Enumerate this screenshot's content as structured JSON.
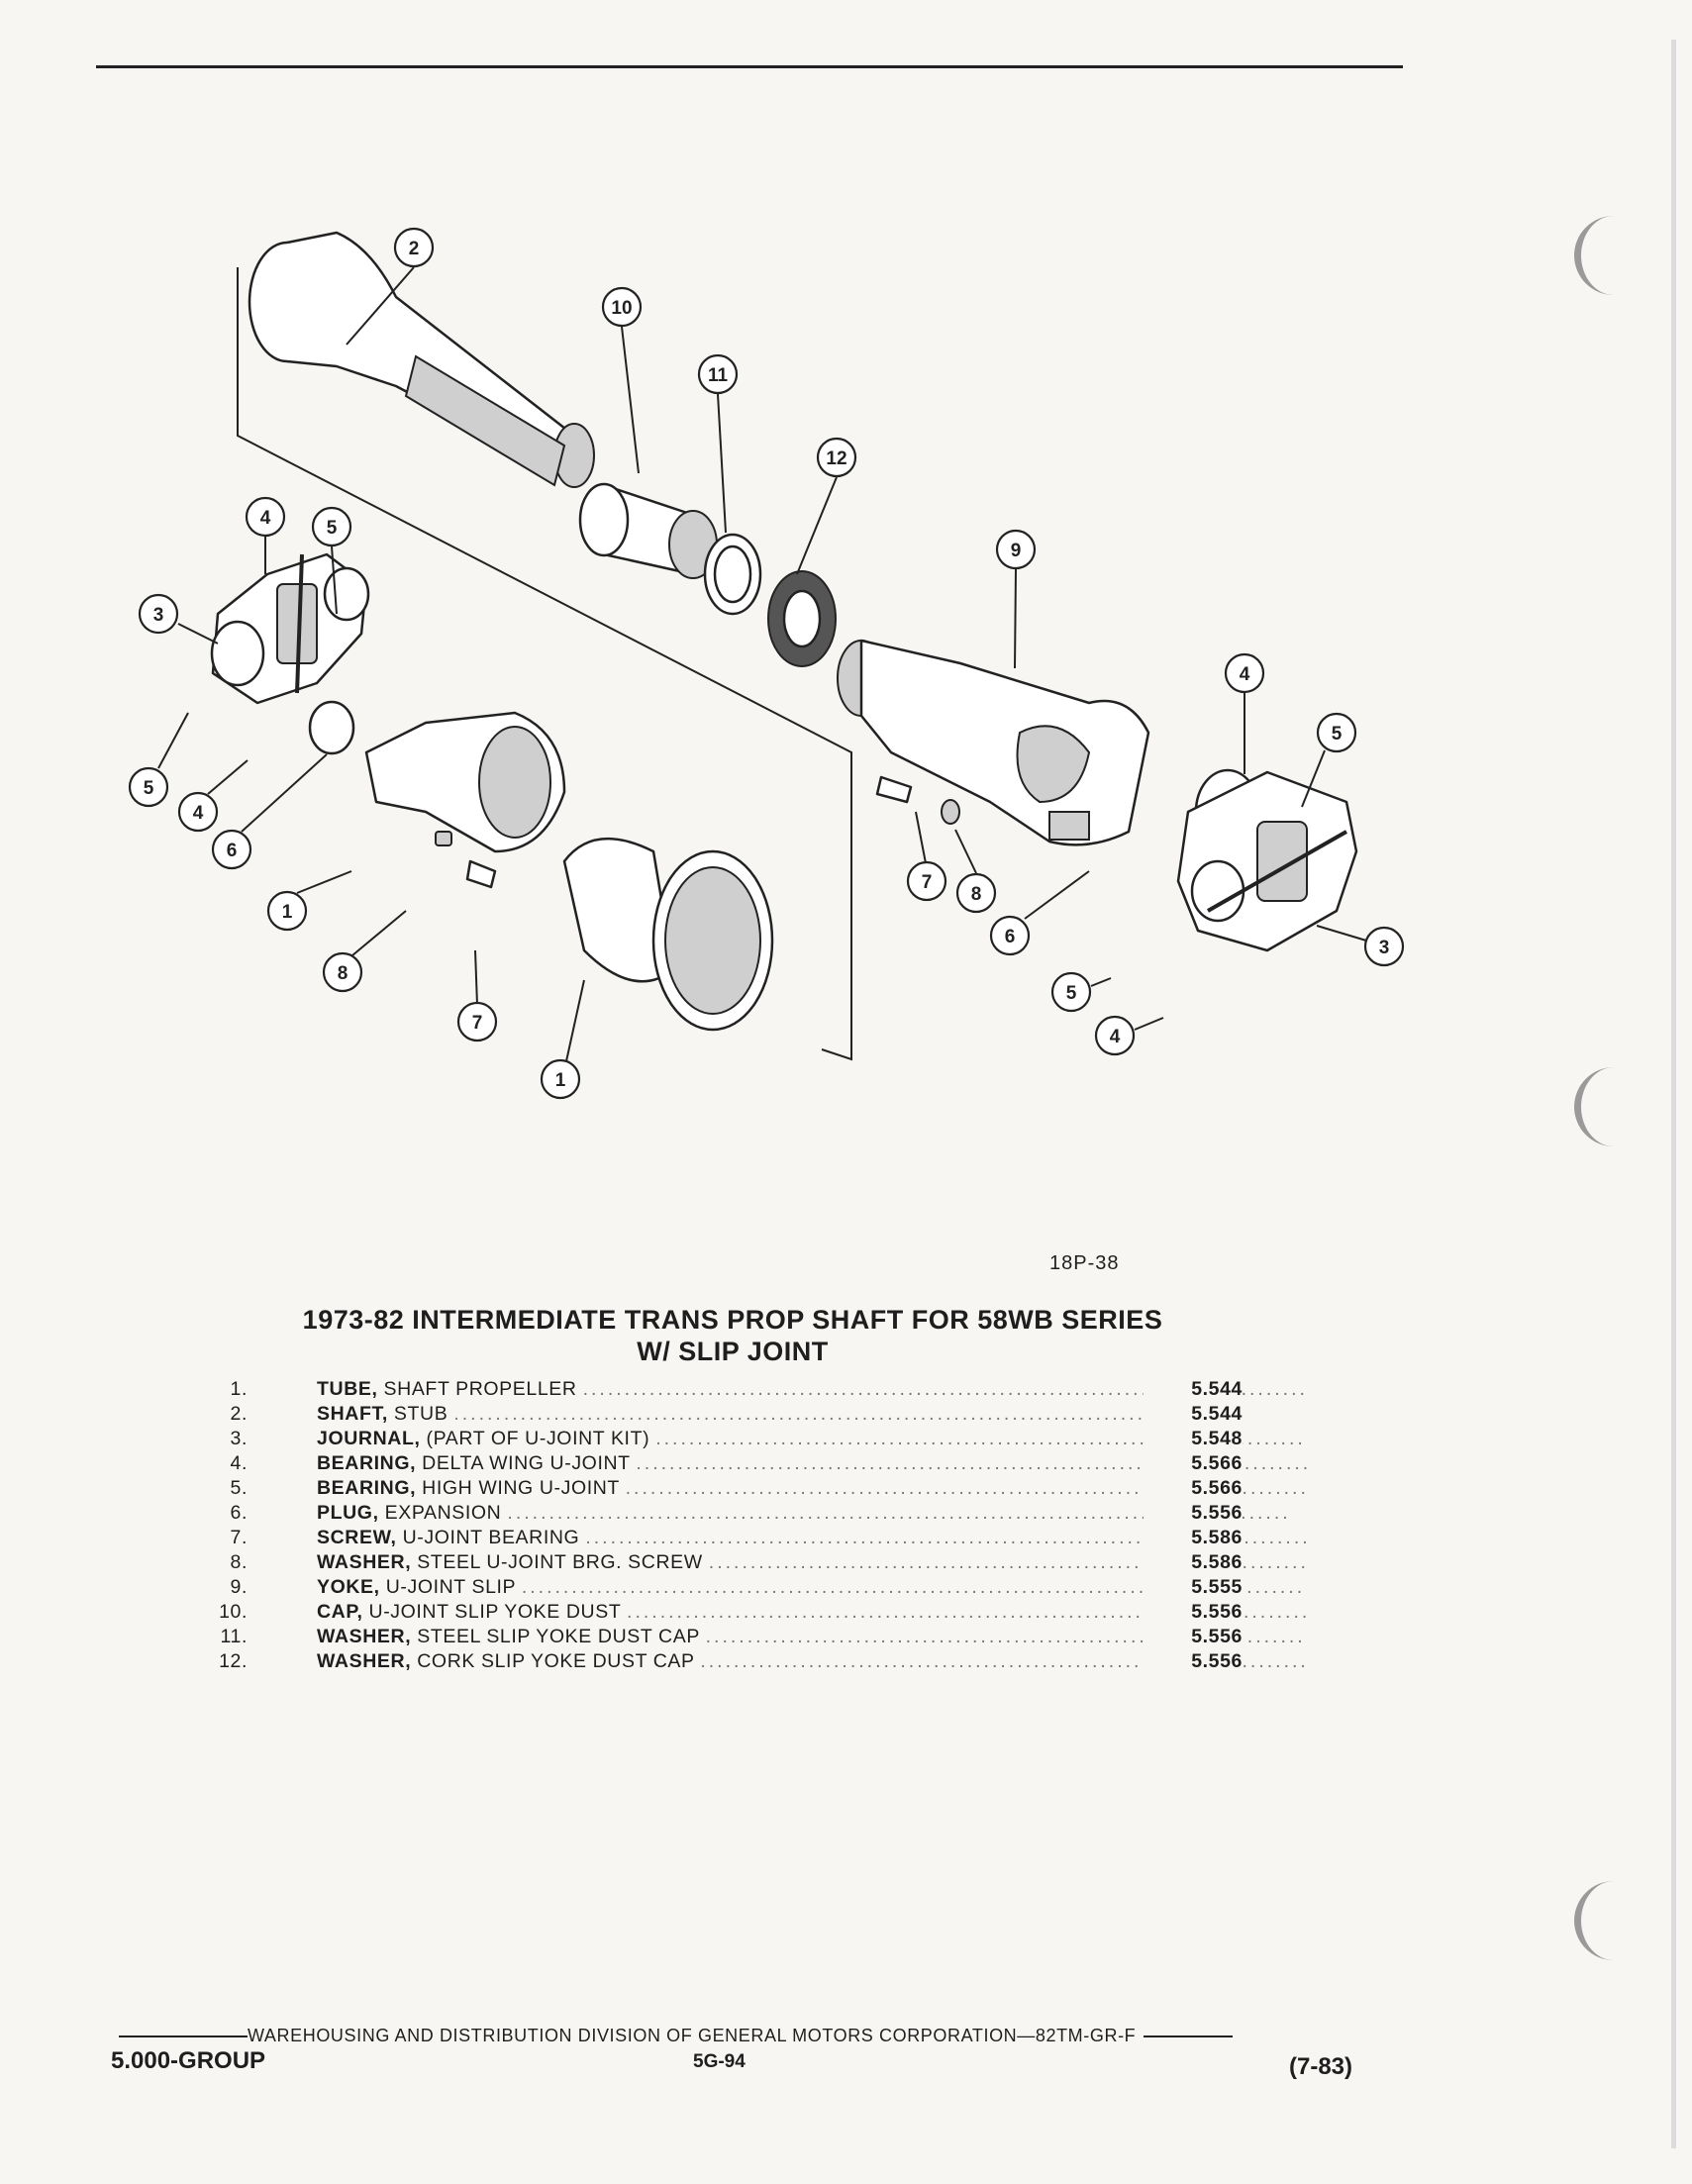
{
  "figure_ref": "18P-38",
  "title_line1": "1973-82 INTERMEDIATE TRANS PROP SHAFT FOR 58WB SERIES",
  "title_line2": "W/ SLIP JOINT",
  "parts": [
    {
      "num": "1.",
      "name": "TUBE,",
      "desc": "SHAFT PROPELLER",
      "ref": "5.544"
    },
    {
      "num": "2.",
      "name": "SHAFT,",
      "desc": "STUB",
      "ref": "5.544"
    },
    {
      "num": "3.",
      "name": "JOURNAL,",
      "desc": "(PART OF U-JOINT KIT)",
      "ref": "5.548"
    },
    {
      "num": "4.",
      "name": "BEARING,",
      "desc": "DELTA WING U-JOINT",
      "ref": "5.566"
    },
    {
      "num": "5.",
      "name": "BEARING,",
      "desc": "HIGH WING U-JOINT",
      "ref": "5.566"
    },
    {
      "num": "6.",
      "name": "PLUG,",
      "desc": "EXPANSION",
      "ref": "5.556"
    },
    {
      "num": "7.",
      "name": "SCREW,",
      "desc": "U-JOINT BEARING",
      "ref": "5.586"
    },
    {
      "num": "8.",
      "name": "WASHER,",
      "desc": "STEEL U-JOINT BRG. SCREW",
      "ref": "5.586"
    },
    {
      "num": "9.",
      "name": "YOKE,",
      "desc": "U-JOINT SLIP",
      "ref": "5.555"
    },
    {
      "num": "10.",
      "name": "CAP,",
      "desc": "U-JOINT SLIP YOKE DUST",
      "ref": "5.556"
    },
    {
      "num": "11.",
      "name": "WASHER,",
      "desc": "STEEL SLIP YOKE DUST CAP",
      "ref": "5.556"
    },
    {
      "num": "12.",
      "name": "WASHER,",
      "desc": "CORK SLIP YOKE DUST CAP",
      "ref": "5.556"
    }
  ],
  "footer": {
    "division": "WAREHOUSING AND DISTRIBUTION DIVISION OF GENERAL MOTORS CORPORATION—82TM-GR-F",
    "group": "5.000-GROUP",
    "page": "5G-94",
    "date": "(7-83)"
  },
  "callouts": [
    {
      "num": "2"
    },
    {
      "num": "10"
    },
    {
      "num": "11"
    },
    {
      "num": "12"
    },
    {
      "num": "9"
    },
    {
      "num": "4"
    },
    {
      "num": "5"
    },
    {
      "num": "3"
    },
    {
      "num": "5"
    },
    {
      "num": "4"
    },
    {
      "num": "6"
    },
    {
      "num": "1"
    },
    {
      "num": "8"
    },
    {
      "num": "7"
    },
    {
      "num": "1"
    },
    {
      "num": "7"
    },
    {
      "num": "8"
    },
    {
      "num": "4"
    },
    {
      "num": "5"
    },
    {
      "num": "6"
    },
    {
      "num": "3"
    },
    {
      "num": "5"
    },
    {
      "num": "4"
    }
  ]
}
